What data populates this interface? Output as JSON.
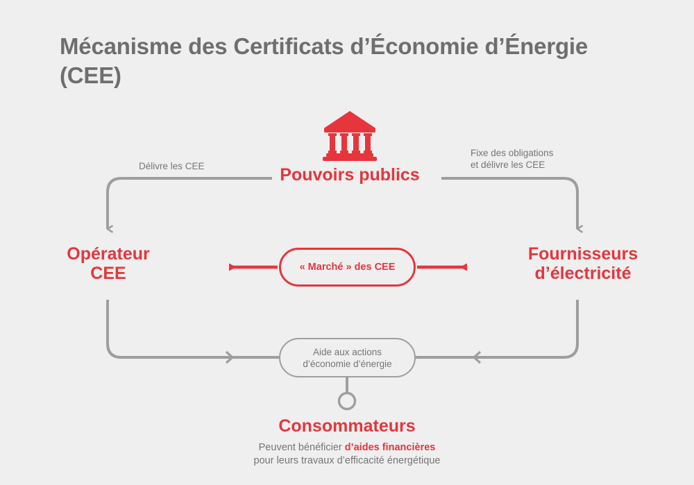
{
  "page": {
    "title_line1": "Mécanisme des Certificats d’Économie d’Énergie",
    "title_line2": "(CEE)",
    "background_color": "#efefef",
    "accent_color": "#e6353c",
    "muted_color": "#757575"
  },
  "nodes": {
    "pouvoirs_publics": {
      "label": "Pouvoirs publics",
      "icon": "bank-icon"
    },
    "operateur_cee": {
      "label_line1": "Opérateur",
      "label_line2": "CEE"
    },
    "fournisseurs": {
      "label_line1": "Fournisseurs",
      "label_line2": "d’électricité"
    },
    "marche": {
      "label": "« Marché » des CEE"
    },
    "aide": {
      "label_line1": "Aide aux actions",
      "label_line2": "d’économie d’énergie"
    },
    "consommateurs": {
      "label": "Consommateurs",
      "subtext_part1": "Peuvent bénéficier ",
      "subtext_accent": "d’aides financières",
      "subtext_part2": "pour leurs travaux d’efficacité énergétique"
    }
  },
  "edges": {
    "delivre_les_cee": {
      "caption": "Délivre les CEE"
    },
    "fixe_obligations": {
      "caption_line1": "Fixe des obligations",
      "caption_line2": "et délivre les CEE"
    }
  }
}
